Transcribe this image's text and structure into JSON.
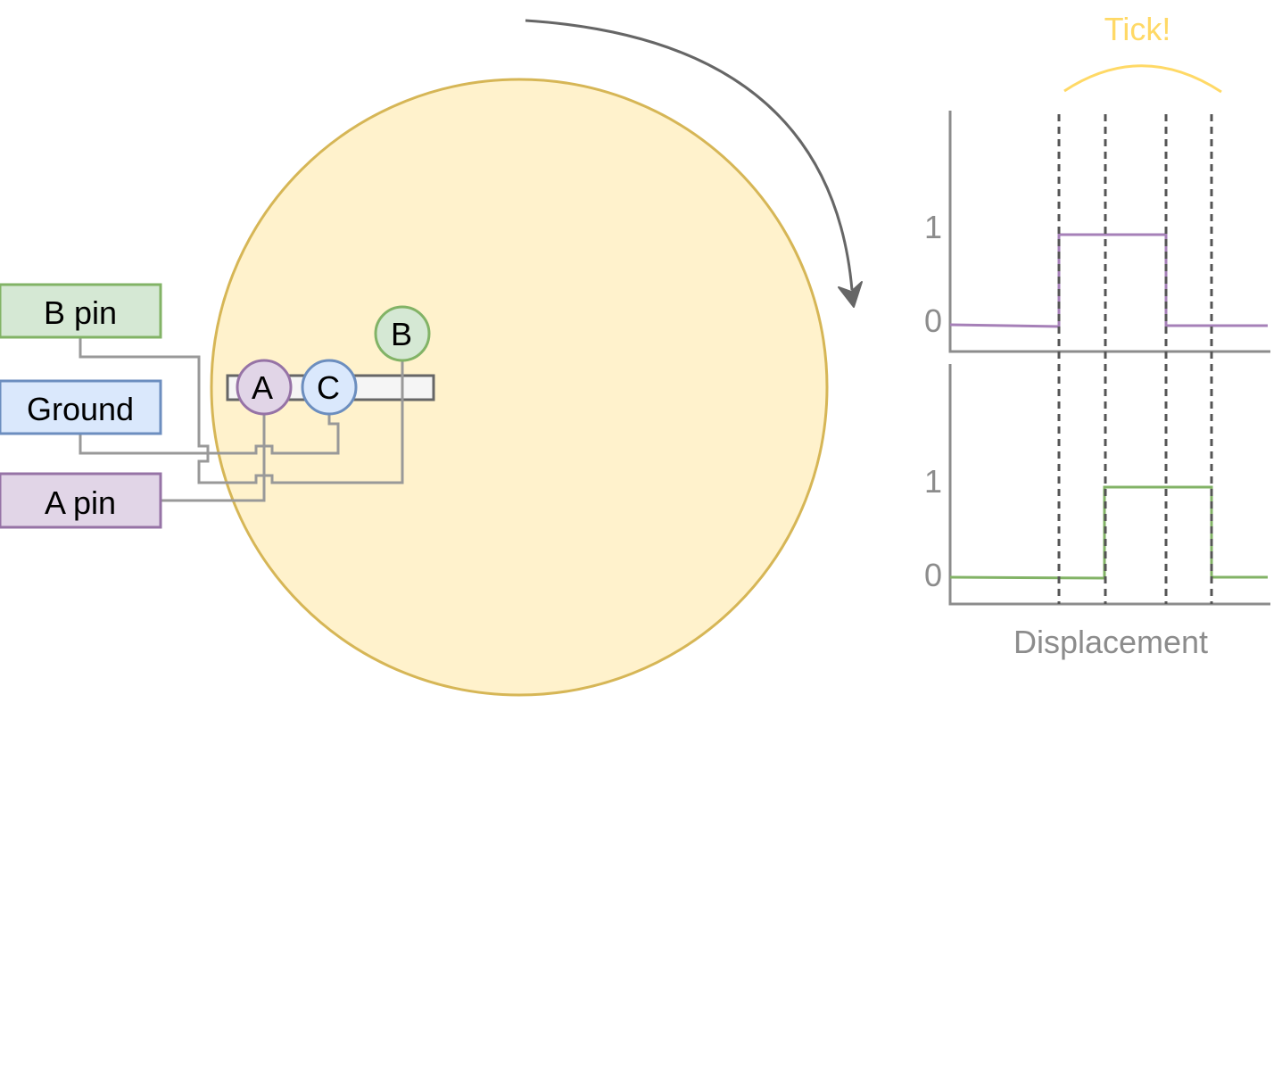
{
  "pins": {
    "b_pin": "B pin",
    "ground": "Ground",
    "a_pin": "A pin"
  },
  "contacts": {
    "a": "A",
    "c": "C",
    "b": "B"
  },
  "timing": {
    "tick_label": "Tick!",
    "top_chart": {
      "level_high": "1",
      "level_low": "0"
    },
    "bottom_chart": {
      "level_high": "1",
      "level_low": "0"
    },
    "xlabel": "Displacement"
  },
  "colors": {
    "wheel_fill": "#fff2cc",
    "wheel_stroke": "#d6b656",
    "a_fill": "#e1d5e7",
    "a_stroke": "#9673a6",
    "b_fill": "#d5e8d4",
    "b_stroke": "#82b366",
    "ground_fill": "#dae8fc",
    "ground_stroke": "#6c8ebf",
    "tick_color": "#ffd966",
    "axis_color": "#8c8c8c",
    "arrow_color": "#666666"
  }
}
